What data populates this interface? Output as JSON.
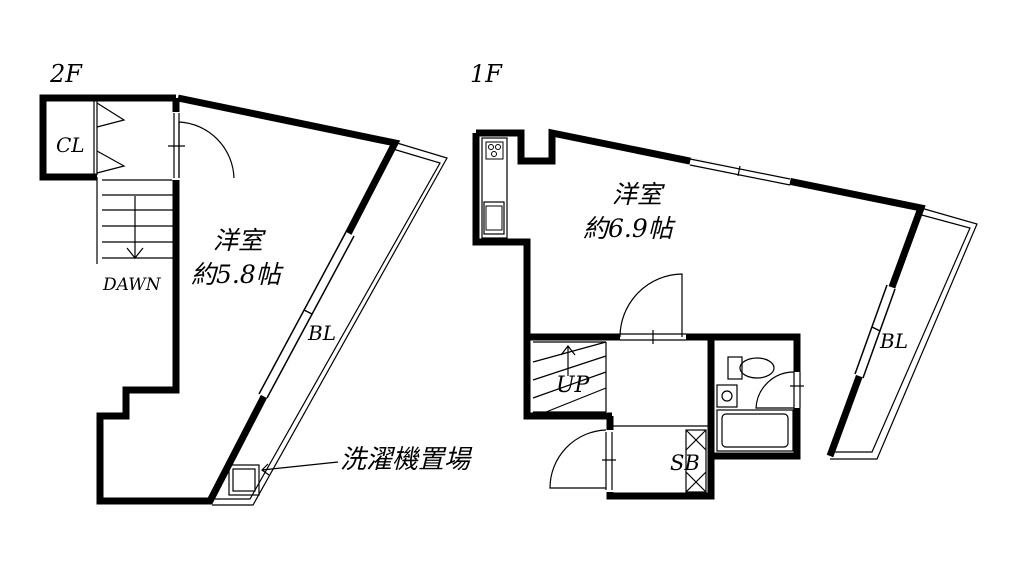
{
  "floors": {
    "second": {
      "title": "2F",
      "room_name": "洋室",
      "room_size": "約5.8帖",
      "closet": "CL",
      "stairs": "DAWN",
      "balcony": "BL",
      "laundry": "洗濯機置場"
    },
    "first": {
      "title": "1F",
      "room_name": "洋室",
      "room_size": "約6.9帖",
      "stairs": "UP",
      "balcony": "BL",
      "shoe_box": "SB"
    }
  },
  "icons": [
    "stove-icon",
    "sink-icon",
    "toilet-icon",
    "washbasin-icon",
    "bathtub-icon",
    "washer-pan-icon",
    "stair-arrow-icon"
  ]
}
